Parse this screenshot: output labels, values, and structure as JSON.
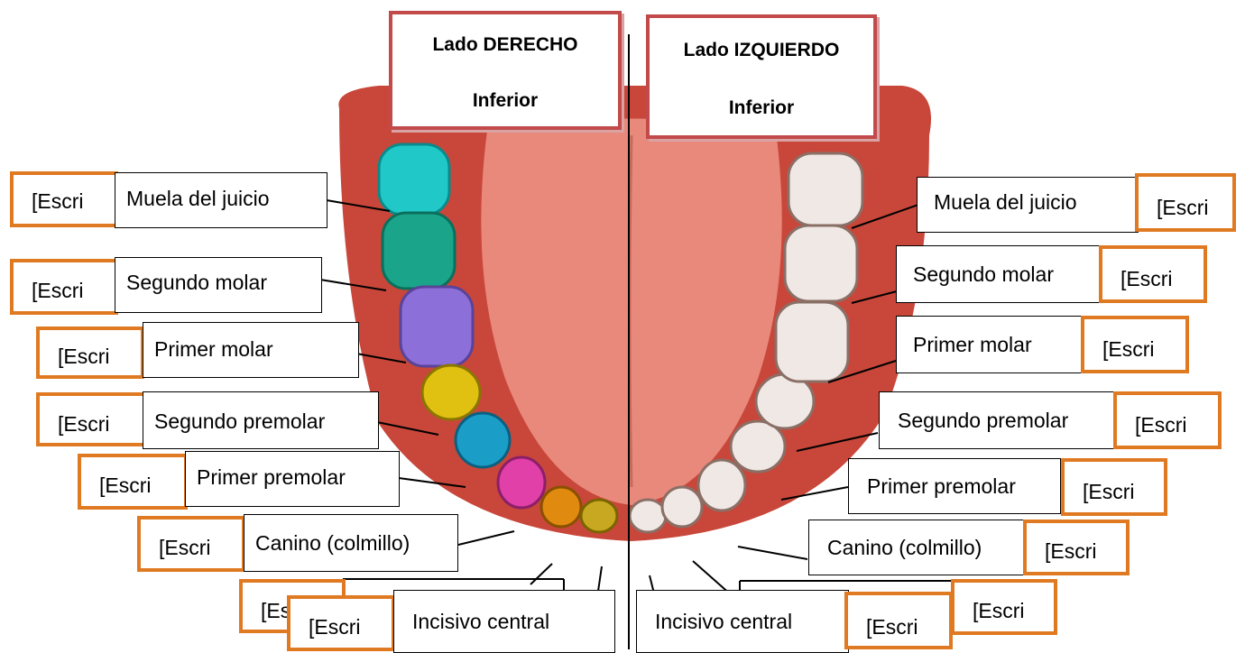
{
  "headers": {
    "right_side": {
      "line1": "Lado DERECHO",
      "line2": "Inferior"
    },
    "left_side": {
      "line1": "Lado IZQUIERDO",
      "line2": "Inferior"
    }
  },
  "tooth_labels": {
    "wisdom": "Muela del juicio",
    "second_molar": "Segundo molar",
    "first_molar": "Primer molar",
    "second_premolar": "Segundo premolar",
    "first_premolar": "Primer premolar",
    "canine": "Canino (colmillo)",
    "central_incisor": "Incisivo central"
  },
  "placeholder": "[Escri",
  "placeholder_clipped": "[Es",
  "colors": {
    "placeholder_border": "#e07a22",
    "header_border": "#c24a4a",
    "gum": "#c8473a",
    "tongue": "#e8897c",
    "wisdom_tooth": "#20c8c8",
    "second_molar_tooth": "#1aa58a",
    "first_molar_tooth": "#8c6fd8",
    "second_premolar_tooth": "#e0c010",
    "first_premolar_tooth": "#1a9ec8",
    "canine_tooth": "#e040a8",
    "lateral_incisor_tooth": "#e08a10",
    "central_incisor_tooth": "#c8a820",
    "left_teeth": "#f0e8e4"
  }
}
